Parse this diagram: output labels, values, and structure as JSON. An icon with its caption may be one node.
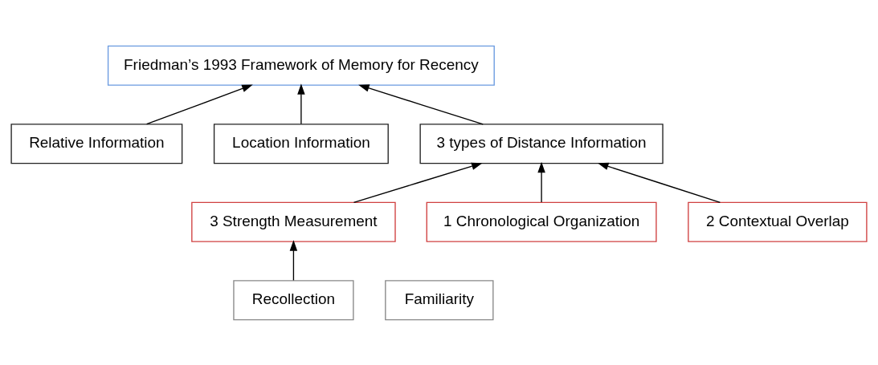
{
  "diagram": {
    "nodes": [
      {
        "text": [
          "Friedman’s 1993 Framework of Memory for Recency"
        ]
      },
      {
        "text": [
          "Relative Information"
        ]
      },
      {
        "text": [
          "Location Information"
        ]
      },
      {
        "text": [
          "3 types of Distance Information"
        ]
      },
      {
        "text": [
          "3 Strength Measurement"
        ]
      },
      {
        "text": [
          "1 Chronological Organization"
        ]
      },
      {
        "text": [
          "2 Contextual Overlap"
        ]
      },
      {
        "text": [
          "Familiarity"
        ]
      },
      {
        "text": [
          "Recollection"
        ]
      }
    ],
    "edges": [
      {
        "from": 1,
        "to": 0,
        "arrow": "to"
      },
      {
        "from": 3,
        "to": 0,
        "arrow": "to"
      },
      {
        "from": 2,
        "to": 0,
        "arrow": "to"
      },
      {
        "from": 4,
        "to": 3,
        "arrow": "to"
      },
      {
        "from": 6,
        "to": 3,
        "arrow": "to"
      },
      {
        "from": 5,
        "to": 3,
        "arrow": "to"
      },
      {
        "from": 8,
        "to": 4,
        "arrow": "to"
      }
    ]
  }
}
